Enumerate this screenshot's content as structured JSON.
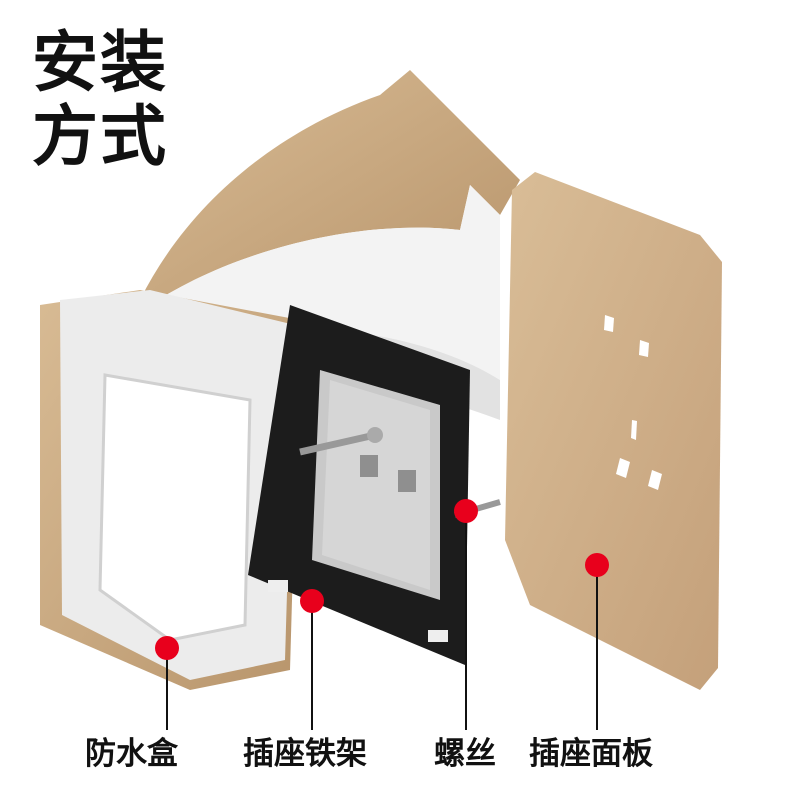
{
  "title": {
    "line1": "安装",
    "line2": "方式"
  },
  "labels": {
    "box": "防水盒",
    "frame": "插座铁架",
    "screw": "螺丝",
    "panel": "插座面板"
  },
  "colors": {
    "gold": "#c9a77f",
    "marker": "#e8001c",
    "frame": "#1c1c1c",
    "white_box": "#ebebeb"
  }
}
